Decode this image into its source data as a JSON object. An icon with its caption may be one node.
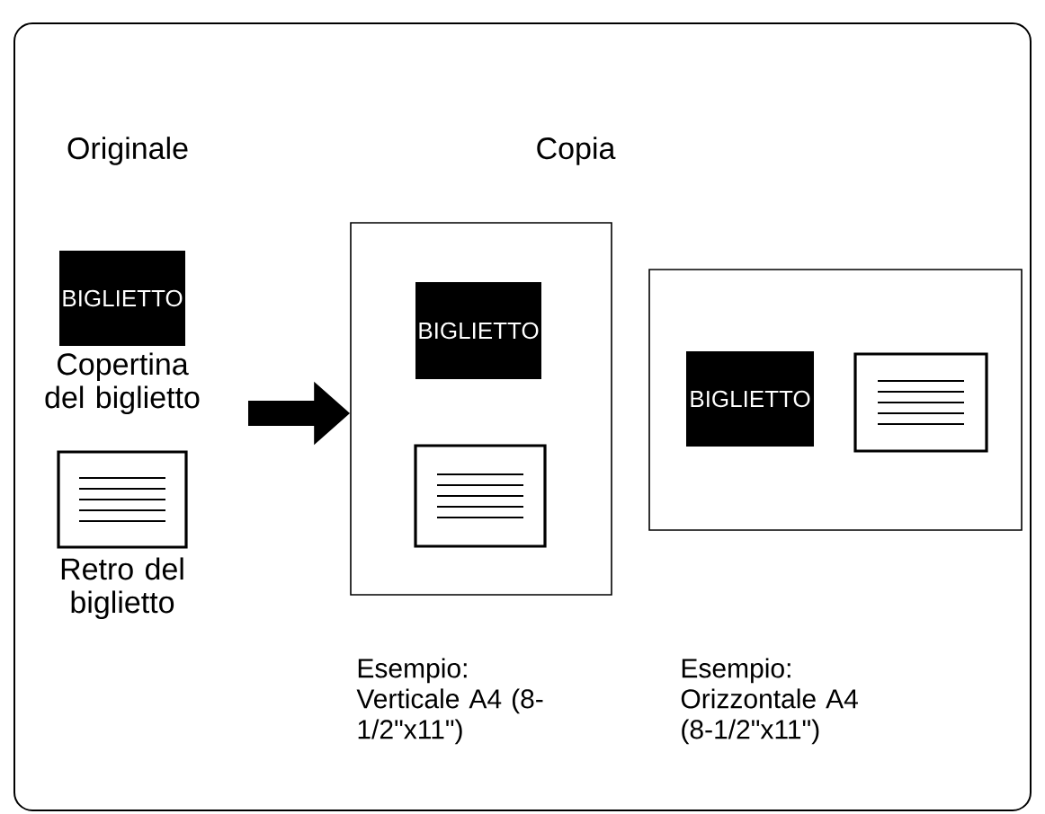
{
  "diagram": {
    "nodes": [
      {
        "text": [
          "BIGLIETTO"
        ],
        "beside": [
          "Copertina del biglietto"
        ]
      },
      {
        "text": [],
        "shape": "box",
        "beside": [
          "Retro del biglietto"
        ]
      },
      {
        "text": [],
        "shape": "box"
      },
      {
        "text": [
          "BIGLIETTO"
        ],
        "in": 2
      },
      {
        "text": [],
        "shape": "box",
        "in": 2
      },
      {
        "text": [],
        "shape": "box"
      },
      {
        "text": [
          "BIGLIETTO"
        ],
        "in": 5
      },
      {
        "text": [],
        "shape": "box",
        "in": 5
      }
    ],
    "edges": [
      {
        "from": null,
        "to": 2,
        "arrow": "to"
      }
    ],
    "labels": [
      "Originale",
      "Copia",
      "Esempio: Verticale A4 (8-1/2\"x11\")",
      "Esempio: Orizzontale A4 (8-1/2\"x11\")"
    ]
  }
}
